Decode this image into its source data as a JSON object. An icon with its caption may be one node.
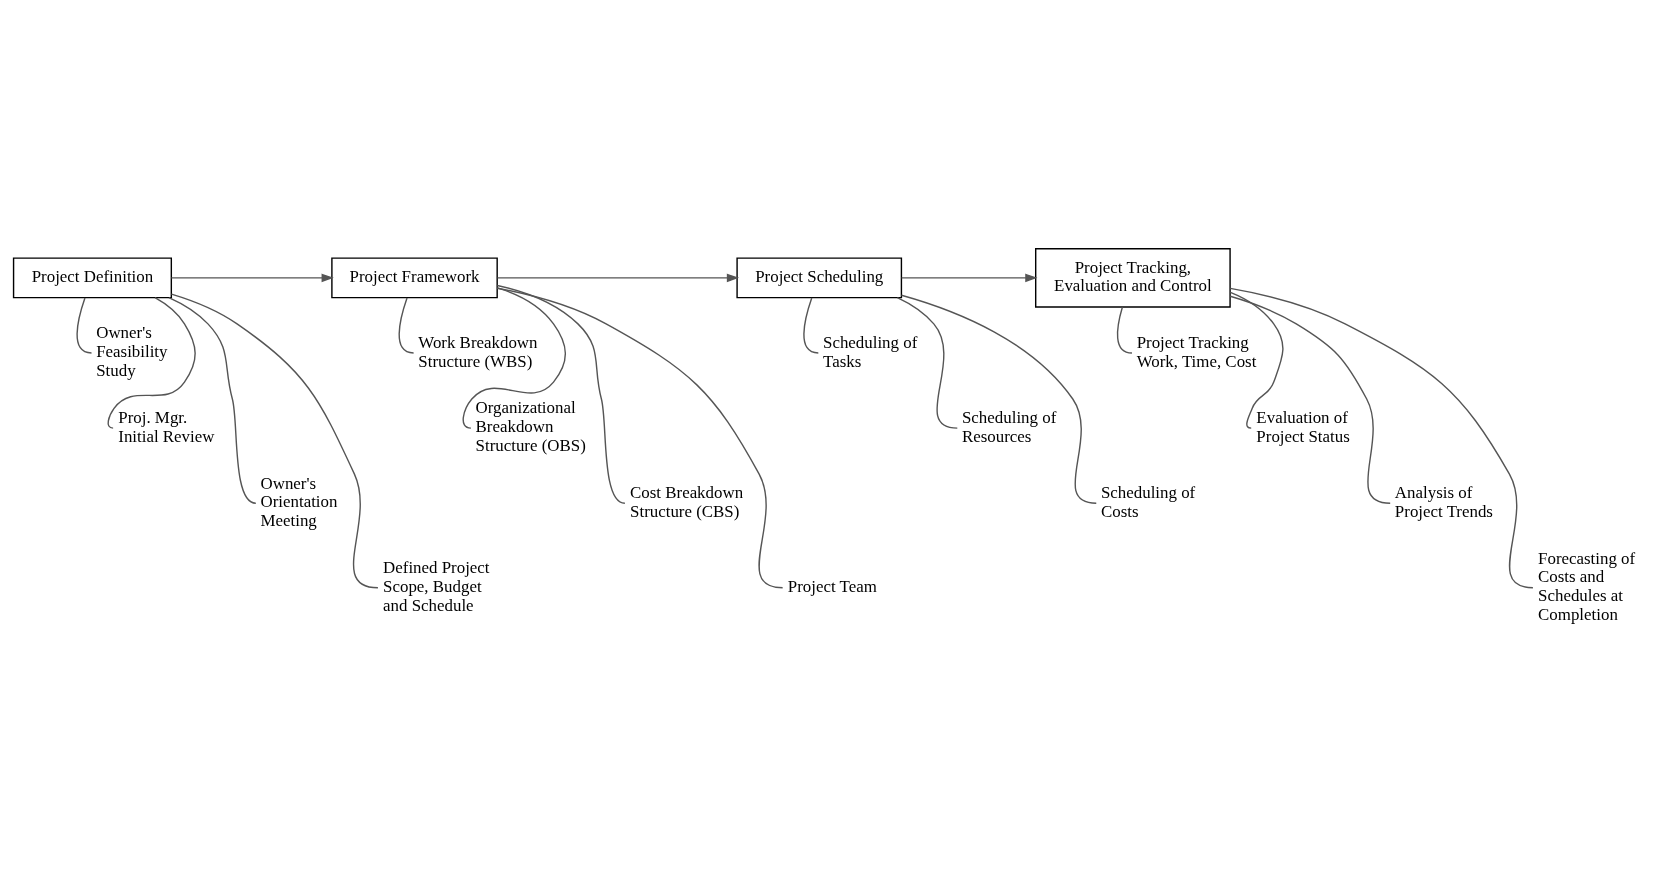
{
  "diagram": {
    "nodes": [
      {
        "text": [
          "Project Definition"
        ]
      },
      {
        "text": [
          "Project Framework"
        ]
      },
      {
        "text": [
          "Project Scheduling"
        ]
      },
      {
        "text": [
          "Project Tracking, Evaluation and Control"
        ]
      },
      {
        "text": [
          "Owner's Feasibility Study"
        ]
      },
      {
        "text": [
          "Proj. Mgr. Initial Review"
        ]
      },
      {
        "text": [
          "Owner's Orientation Meeting"
        ]
      },
      {
        "text": [
          "Defined Project Scope, Budget and Schedule"
        ]
      },
      {
        "text": [
          "Work Breakdown Structure (WBS)"
        ]
      },
      {
        "text": [
          "Organizational Breakdown Structure (OBS)"
        ]
      },
      {
        "text": [
          "Cost Breakdown Structure (CBS)"
        ]
      },
      {
        "text": [
          "Project Team"
        ]
      },
      {
        "text": [
          "Scheduling of Tasks"
        ]
      },
      {
        "text": [
          "Scheduling of Resources"
        ]
      },
      {
        "text": [
          "Scheduling of Costs"
        ]
      },
      {
        "text": [
          "Project Tracking Work, Time, Cost"
        ]
      },
      {
        "text": [
          "Evaluation of Project Status"
        ]
      },
      {
        "text": [
          "Analysis of Project Trends"
        ]
      },
      {
        "text": [
          "Forecasting of Costs and Schedules at Completion"
        ]
      }
    ],
    "edges": [
      {
        "from": 0,
        "to": 1,
        "arrow": "to"
      },
      {
        "from": 1,
        "to": 2,
        "arrow": "to"
      },
      {
        "from": 2,
        "to": 3,
        "arrow": "to"
      },
      {
        "from": 0,
        "to": 4,
        "arrow": "none"
      },
      {
        "from": 0,
        "to": 5,
        "arrow": "none"
      },
      {
        "from": 0,
        "to": 6,
        "arrow": "none"
      },
      {
        "from": 0,
        "to": 7,
        "arrow": "none"
      },
      {
        "from": 1,
        "to": 8,
        "arrow": "none"
      },
      {
        "from": 1,
        "to": 9,
        "arrow": "none"
      },
      {
        "from": 1,
        "to": 10,
        "arrow": "none"
      },
      {
        "from": 1,
        "to": 11,
        "arrow": "none"
      },
      {
        "from": 2,
        "to": 12,
        "arrow": "none"
      },
      {
        "from": 2,
        "to": 13,
        "arrow": "none"
      },
      {
        "from": 2,
        "to": 14,
        "arrow": "none"
      },
      {
        "from": 3,
        "to": 15,
        "arrow": "none"
      },
      {
        "from": 3,
        "to": 16,
        "arrow": "none"
      },
      {
        "from": 3,
        "to": 17,
        "arrow": "none"
      },
      {
        "from": 3,
        "to": 18,
        "arrow": "none"
      }
    ]
  }
}
